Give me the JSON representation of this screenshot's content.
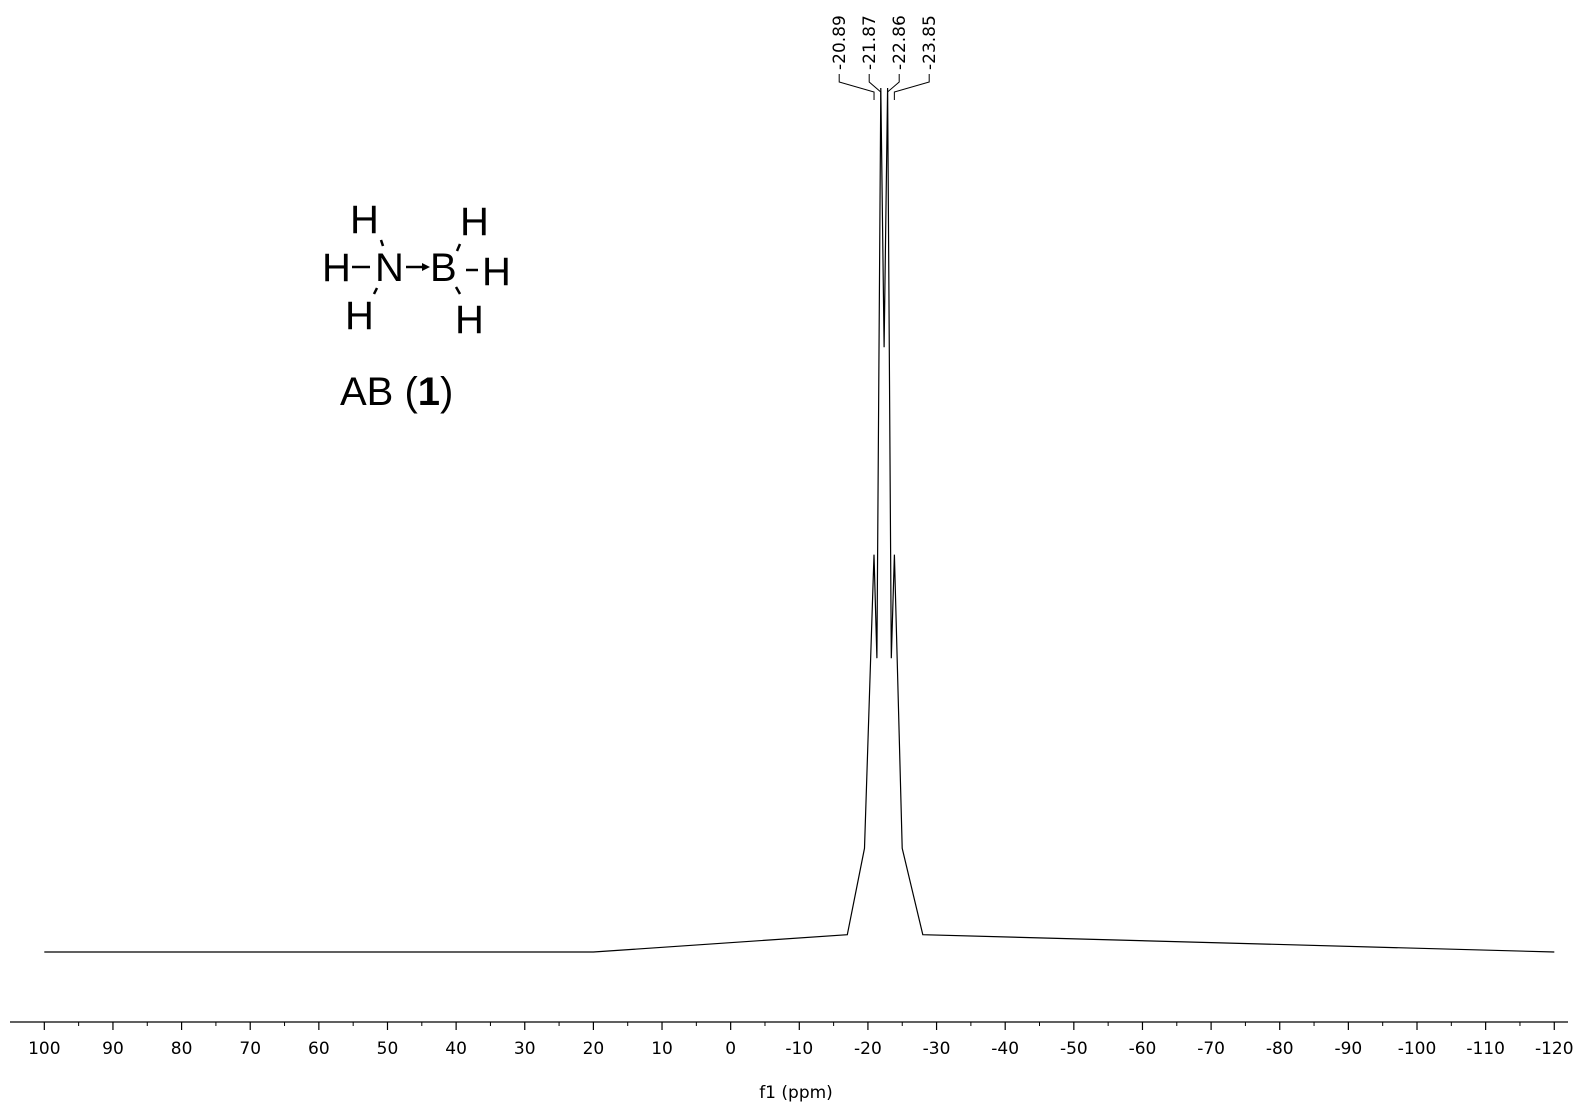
{
  "chart_data": {
    "type": "line",
    "xlabel": "f1 (ppm)",
    "xlim": [
      105,
      -122
    ],
    "x_reversed": true,
    "x_ticks": [
      100,
      90,
      80,
      70,
      60,
      50,
      40,
      30,
      20,
      10,
      0,
      -10,
      -20,
      -30,
      -40,
      -50,
      -60,
      -70,
      -80,
      -90,
      -100,
      -110,
      -120
    ],
    "peaks": [
      {
        "ppm": -20.89,
        "label": "-20.89",
        "rel_height": 0.46
      },
      {
        "ppm": -21.87,
        "label": "-21.87",
        "rel_height": 1.0
      },
      {
        "ppm": -22.86,
        "label": "-22.86",
        "rel_height": 1.0
      },
      {
        "ppm": -23.85,
        "label": "-23.85",
        "rel_height": 0.46
      }
    ],
    "series": [
      {
        "values_note_free": true,
        "points_x": [
          100,
          20,
          -17,
          -19.5,
          -20.89,
          -21.3,
          -21.87,
          -22.35,
          -22.86,
          -23.4,
          -23.85,
          -25,
          -28,
          -120
        ],
        "points_y": [
          0,
          0,
          0.02,
          0.12,
          0.46,
          0.34,
          1.0,
          0.7,
          1.0,
          0.34,
          0.46,
          0.12,
          0.02,
          0
        ]
      }
    ]
  },
  "structure": {
    "atoms": {
      "h": "H",
      "n": "N",
      "b": "B"
    },
    "label_prefix": "AB (",
    "label_bold": "1",
    "label_suffix": ")"
  }
}
